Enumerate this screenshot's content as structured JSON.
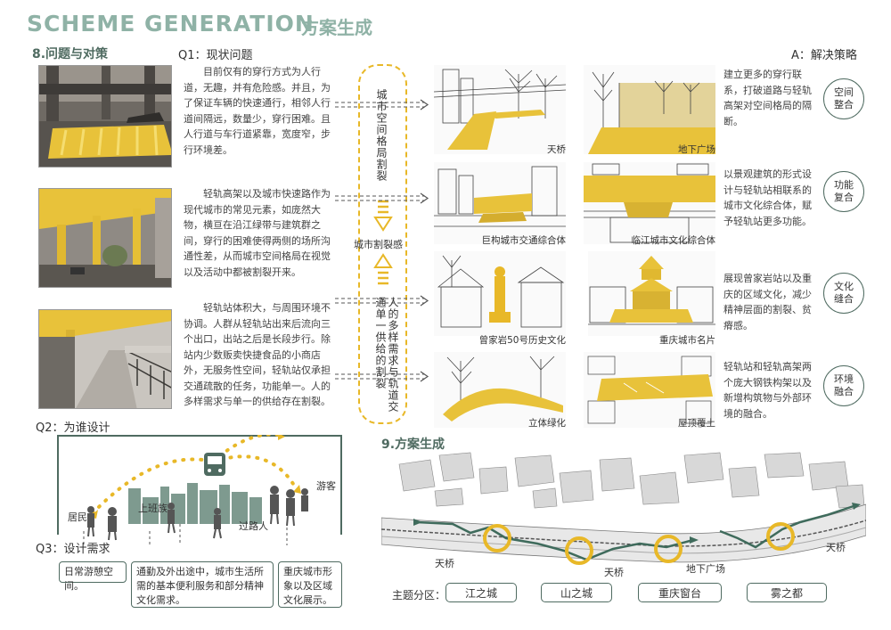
{
  "header": {
    "title_en": "SCHEME GENERATION",
    "title_cn": "方案生成"
  },
  "section8": {
    "heading": "8.问题与对策",
    "q1": "Q1：现状问题",
    "strategy": "A：解决策略",
    "problems": [
      "目前仅有的穿行方式为人行道，无趣，并有危险感。并且，为了保证车辆的快速通行，相邻人行道间隔远，数量少，穿行困难。且人行道与车行道紧靠，宽度窄，步行环境差。",
      "轻轨高架以及城市快速路作为现代城市的常见元素，如庞然大物，横亘在沿江绿带与建筑群之间，穿行的困难使得两侧的场所沟通性差，从而城市空间格局在视觉以及活动中都被割裂开来。",
      "轻轨站体积大，与周围环境不协调。人群从轻轨站出来后流向三个出口，出站之后是长段步行。除站内少数贩卖快捷食品的小商店外，无服务性空间，轻轨站仅承担交通疏散的任务，功能单一。人的多样需求与单一的供给存在割裂。"
    ],
    "pill_top_text": "城市空间格局割裂",
    "pill_mid_text": "城市割裂感",
    "pill_bottom_text": "人的多样需求与轨道交通单一供给的割裂",
    "sketch_captions": [
      "天桥",
      "地下广场",
      "巨构城市交通综合体",
      "临江城市文化综合体",
      "曾家岩50号历史文化",
      "重庆城市名片",
      "立体绿化",
      "屋顶覆土"
    ],
    "strategies": [
      {
        "text": "建立更多的穿行联系，打破道路与轻轨高架对空间格局的隔断。",
        "circle": "空间整合"
      },
      {
        "text": "以景观建筑的形式设计与轻轨站相联系的城市文化综合体，赋予轻轨站更多功能。",
        "circle": "功能复合"
      },
      {
        "text": "展现曾家岩站以及重庆的区域文化，减少精神层面的割裂、贫瘠感。",
        "circle": "文化缝合"
      },
      {
        "text": "轻轨站和轻轨高架两个庞大钢铁构架以及新增构筑物与外部环境的融合。",
        "circle": "环境融合"
      }
    ]
  },
  "q2": {
    "heading": "Q2：为谁设计",
    "groups": [
      "居民",
      "上班族",
      "过路人",
      "游客"
    ]
  },
  "q3": {
    "heading": "Q3：设计需求",
    "needs": [
      "日常游憩空间。",
      "通勤及外出途中，城市生活所需的基本便利服务和部分精神文化需求。",
      "重庆城市形象以及区域文化展示。"
    ]
  },
  "section9": {
    "heading": "9.方案生成",
    "map_labels": [
      "天桥",
      "天桥",
      "地下广场",
      "天桥"
    ],
    "zone_label": "主题分区：",
    "zones": [
      "江之城",
      "山之城",
      "重庆窗台",
      "雾之都"
    ]
  },
  "colors": {
    "accent_yellow": "#e8b828",
    "dark_green": "#4f6b61",
    "light_green": "#8fb2a6"
  }
}
